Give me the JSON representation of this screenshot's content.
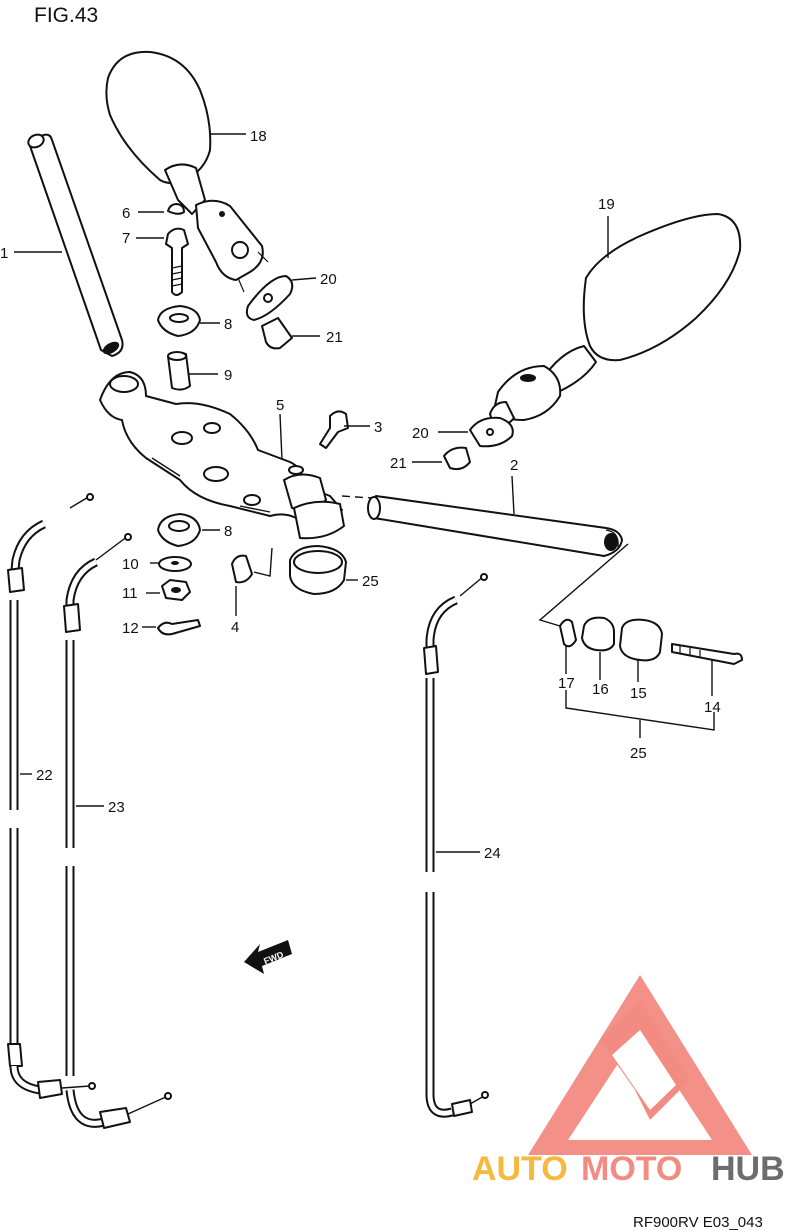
{
  "figure": {
    "title": "FIG.43",
    "code": "RF900RV E03_043",
    "fwd_label": "FWD"
  },
  "watermark": {
    "word_1": "AUTO",
    "word_2": "MOTO",
    "word_3": "HUB",
    "colors": {
      "auto": "#f7b93d",
      "moto": "#f28b82",
      "hub": "#6d6d6d",
      "triangle": "#f28b82"
    }
  },
  "callouts": [
    {
      "id": "c1",
      "label": "1"
    },
    {
      "id": "c2",
      "label": "2"
    },
    {
      "id": "c3",
      "label": "3"
    },
    {
      "id": "c4",
      "label": "4"
    },
    {
      "id": "c5",
      "label": "5"
    },
    {
      "id": "c6",
      "label": "6"
    },
    {
      "id": "c7",
      "label": "7"
    },
    {
      "id": "c8a",
      "label": "8"
    },
    {
      "id": "c8b",
      "label": "8"
    },
    {
      "id": "c9",
      "label": "9"
    },
    {
      "id": "c10",
      "label": "10"
    },
    {
      "id": "c11",
      "label": "11"
    },
    {
      "id": "c12",
      "label": "12"
    },
    {
      "id": "c14",
      "label": "14"
    },
    {
      "id": "c15",
      "label": "15"
    },
    {
      "id": "c16",
      "label": "16"
    },
    {
      "id": "c17",
      "label": "17"
    },
    {
      "id": "c18",
      "label": "18"
    },
    {
      "id": "c19",
      "label": "19"
    },
    {
      "id": "c20a",
      "label": "20"
    },
    {
      "id": "c20b",
      "label": "20"
    },
    {
      "id": "c21a",
      "label": "21"
    },
    {
      "id": "c21b",
      "label": "21"
    },
    {
      "id": "c22",
      "label": "22"
    },
    {
      "id": "c23",
      "label": "23"
    },
    {
      "id": "c24",
      "label": "24"
    },
    {
      "id": "c25a",
      "label": "25"
    },
    {
      "id": "c25b",
      "label": "25"
    }
  ]
}
